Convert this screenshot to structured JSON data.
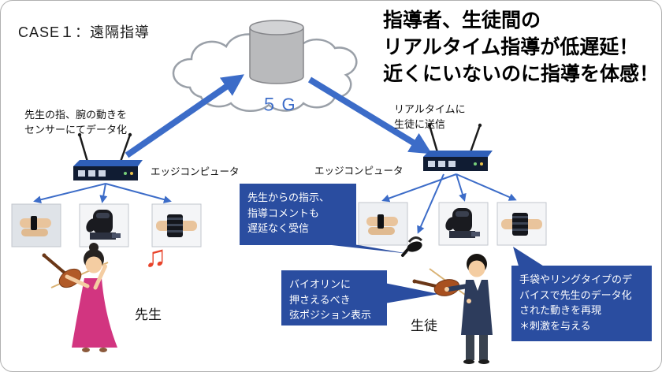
{
  "title": "CASE１：遠隔指導",
  "headline": "指導者、生徒間の\nリアルタイム指導が低遅延！\n近くにいないのに指導を体感！",
  "network": {
    "label": "５G"
  },
  "teacher_side": {
    "caption": "先生の指、腕の動きを\nセンサーにてデータ化",
    "edge_computer_label": "エッジコンピュータ",
    "person_label": "先生",
    "sensor_devices": [
      "ring-sensor",
      "glove-sensor",
      "wristband-sensor"
    ]
  },
  "student_side": {
    "caption": "リアルタイムに\n生徒に送信",
    "edge_computer_label": "エッジコンピュータ",
    "person_label": "生徒",
    "sensor_devices": [
      "ring-sensor",
      "glove-sensor",
      "wristband-sensor"
    ]
  },
  "callouts": {
    "receive_instructions": "先生からの指示、\n指導コメントも\n遅延なく受信",
    "string_position": "バイオリンに\n押さえるべき\n弦ポジション表示",
    "reproduce_motion": "手袋やリングタイプのデ\nバイスで先生のデータ化\nされた動きを再現\n＊刺激を与える"
  },
  "icons": {
    "music_note": "♫"
  },
  "colors": {
    "arrow_blue": "#3c6cc8",
    "callout_blue": "#2a4da0",
    "cloud_gray": "#9aa0a8",
    "cylinder_gray": "#b9babc",
    "teacher_dress_pink": "#d23580",
    "student_suit_navy": "#2d3c5c",
    "music_note_red": "#e8432a"
  }
}
